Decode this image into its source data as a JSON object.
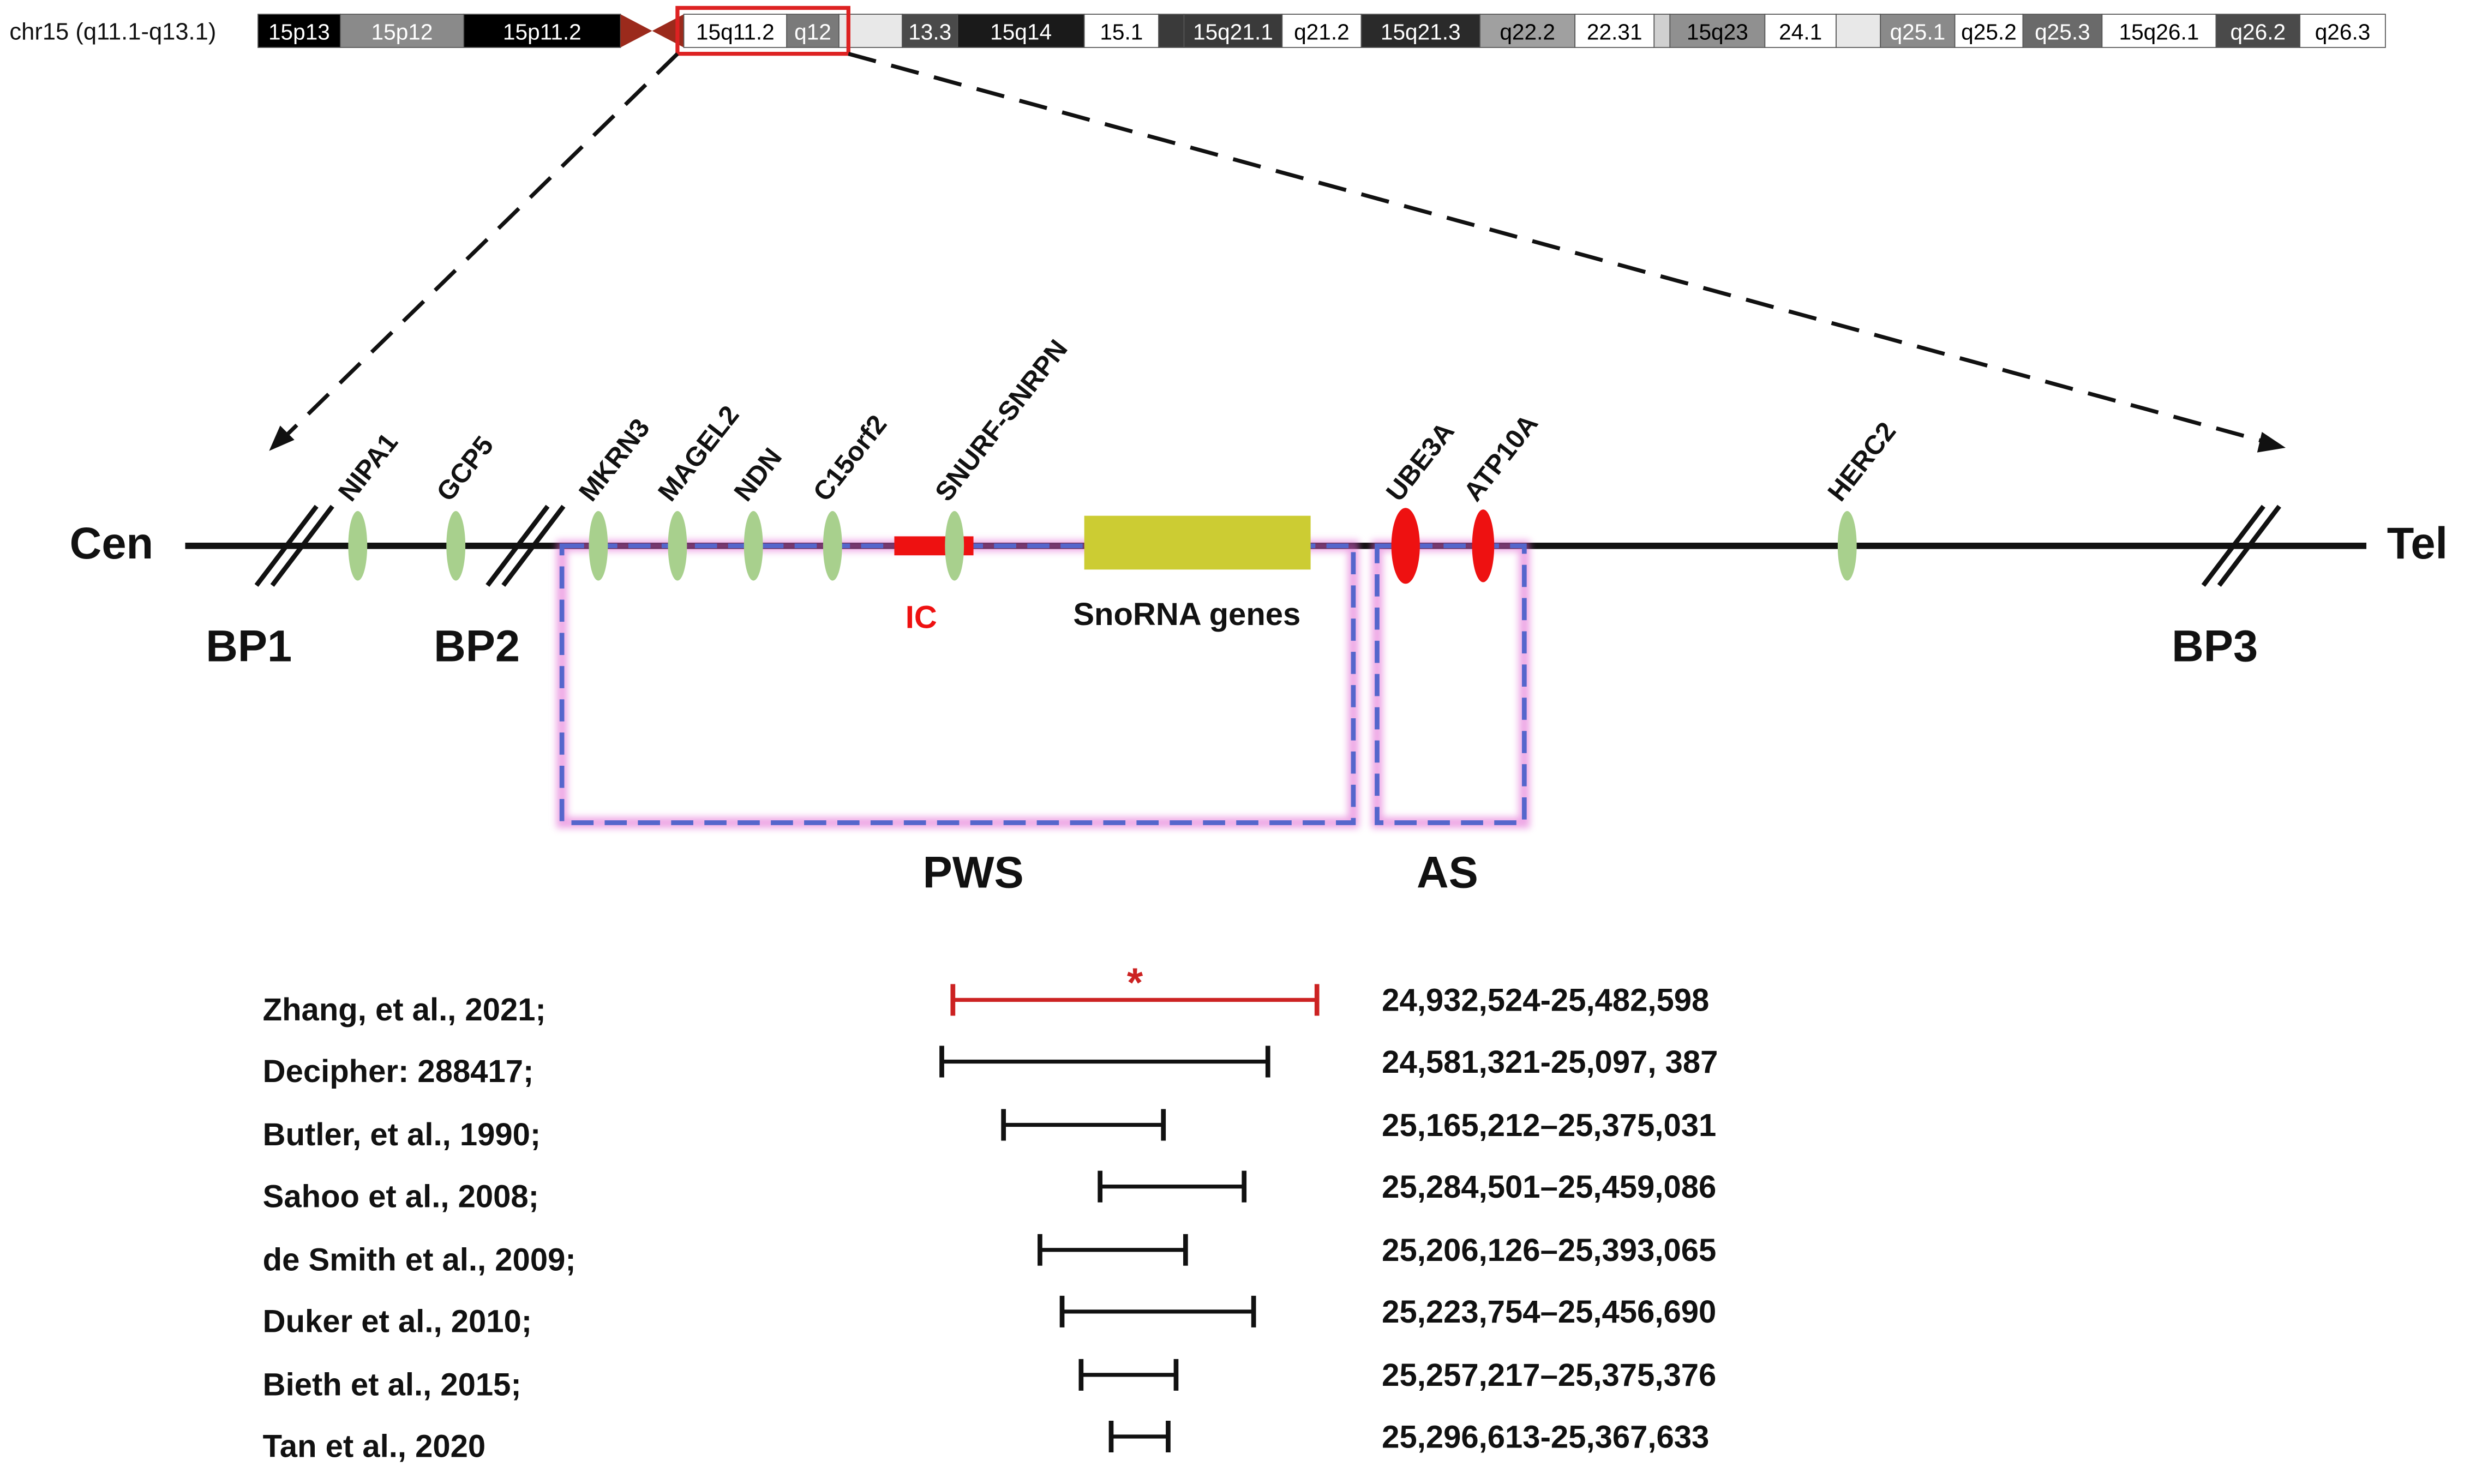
{
  "ideogram": {
    "title": "chr15 (q11.1-q13.1)",
    "bands": [
      {
        "label": "15p13",
        "fill": "#000000",
        "text": "#ffffff"
      },
      {
        "label": "15p12",
        "fill": "#8a8a8a",
        "text": "#ffffff"
      },
      {
        "label": "15p11.2",
        "fill": "#000000",
        "text": "#ffffff"
      },
      {
        "label": "",
        "fill": "#9b2a1c",
        "text": "#ffffff",
        "centromere": true
      },
      {
        "label": "15q11.2",
        "fill": "#ffffff",
        "text": "#000000"
      },
      {
        "label": "q12",
        "fill": "#7a7a7a",
        "text": "#ffffff"
      },
      {
        "label": "",
        "fill": "#e8e8e8",
        "text": "#000000"
      },
      {
        "label": "13.3",
        "fill": "#4a4a4a",
        "text": "#ffffff"
      },
      {
        "label": "15q14",
        "fill": "#1a1a1a",
        "text": "#ffffff"
      },
      {
        "label": "15.1",
        "fill": "#ffffff",
        "text": "#000000"
      },
      {
        "label": "",
        "fill": "#3a3a3a",
        "text": "#ffffff"
      },
      {
        "label": "15q21.1",
        "fill": "#3a3a3a",
        "text": "#ffffff"
      },
      {
        "label": "q21.2",
        "fill": "#ffffff",
        "text": "#000000"
      },
      {
        "label": "15q21.3",
        "fill": "#2a2a2a",
        "text": "#ffffff"
      },
      {
        "label": "q22.2",
        "fill": "#a0a0a0",
        "text": "#000000"
      },
      {
        "label": "22.31",
        "fill": "#ffffff",
        "text": "#000000"
      },
      {
        "label": "",
        "fill": "#d0d0d0",
        "text": "#000000"
      },
      {
        "label": "15q23",
        "fill": "#909090",
        "text": "#000000"
      },
      {
        "label": "24.1",
        "fill": "#ffffff",
        "text": "#000000"
      },
      {
        "label": "",
        "fill": "#e8e8e8",
        "text": "#000000"
      },
      {
        "label": "q25.1",
        "fill": "#8a8a8a",
        "text": "#ffffff"
      },
      {
        "label": "q25.2",
        "fill": "#ffffff",
        "text": "#000000"
      },
      {
        "label": "q25.3",
        "fill": "#6a6a6a",
        "text": "#ffffff"
      },
      {
        "label": "15q26.1",
        "fill": "#ffffff",
        "text": "#000000"
      },
      {
        "label": "q26.2",
        "fill": "#4a4a4a",
        "text": "#ffffff"
      },
      {
        "label": "q26.3",
        "fill": "#ffffff",
        "text": "#000000"
      }
    ]
  },
  "chromosome": {
    "left_label": "Cen",
    "right_label": "Tel",
    "breakpoints": [
      "BP1",
      "BP2",
      "BP3"
    ],
    "genes": [
      {
        "name": "NIPA1",
        "color": "#a8d08d"
      },
      {
        "name": "GCP5",
        "color": "#a8d08d"
      },
      {
        "name": "MKRN3",
        "color": "#a8d08d"
      },
      {
        "name": "MAGEL2",
        "color": "#a8d08d"
      },
      {
        "name": "NDN",
        "color": "#a8d08d"
      },
      {
        "name": "C15orf2",
        "color": "#a8d08d"
      },
      {
        "name": "SNURF-SNRPN",
        "color": "#a8d08d"
      },
      {
        "name": "UBE3A",
        "color": "#ee1111"
      },
      {
        "name": "ATP10A",
        "color": "#ee1111"
      },
      {
        "name": "HERC2",
        "color": "#a8d08d"
      }
    ],
    "ic": {
      "label": "IC",
      "color": "#ee1111"
    },
    "snorna": {
      "label": "SnoRNA genes",
      "color": "#cccc33"
    },
    "regions": [
      {
        "label": "PWS",
        "border": "#5566cc",
        "glow": "#e060d0"
      },
      {
        "label": "AS",
        "border": "#5566cc",
        "glow": "#e060d0"
      }
    ]
  },
  "studies": [
    {
      "citation": "Zhang, et al., 2021;",
      "range": "24,932,524-25,482,598",
      "highlight": true,
      "marker": "*"
    },
    {
      "citation": "Decipher: 288417;",
      "range": "24,581,321-25,097, 387",
      "highlight": false
    },
    {
      "citation": "Butler, et al., 1990;",
      "range": "25,165,212–25,375,031",
      "highlight": false
    },
    {
      "citation": "Sahoo et al., 2008;",
      "range": "25,284,501–25,459,086",
      "highlight": false
    },
    {
      "citation": "de Smith et al., 2009;",
      "range": "25,206,126–25,393,065",
      "highlight": false
    },
    {
      "citation": "Duker et al., 2010;",
      "range": "25,223,754–25,456,690",
      "highlight": false
    },
    {
      "citation": "Bieth et al., 2015;",
      "range": "25,257,217–25,375,376",
      "highlight": false
    },
    {
      "citation": "Tan et al., 2020",
      "range": "25,296,613-25,367,633",
      "highlight": false
    }
  ],
  "colors": {
    "highlight": "#cc2222",
    "line": "#111111"
  }
}
